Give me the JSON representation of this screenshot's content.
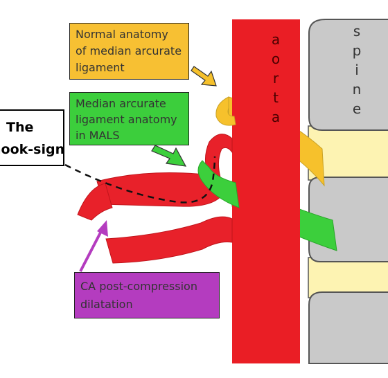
{
  "labels": {
    "normal_anatomy": [
      "Normal anatomy",
      "of median arcurate",
      "ligament"
    ],
    "mals_anatomy": [
      "Median arcurate",
      "ligament anatomy",
      "in MALS"
    ],
    "ca_dilatation": [
      "CA post-compression",
      "dilatation"
    ],
    "hook_sign": [
      "The",
      "hook-sign"
    ]
  },
  "structures": {
    "aorta_letters": [
      "a",
      "o",
      "r",
      "t",
      "a"
    ],
    "spine_letters": [
      "s",
      "p",
      "i",
      "n",
      "e"
    ]
  },
  "colors": {
    "aorta": "#ea1e25",
    "vessel": "#e8212a",
    "normal_ligament": "#f6c12c",
    "mals_ligament": "#3ccf3c",
    "spine_body": "#c9c9c9",
    "spine_disc": "#fdf3b2",
    "ca_arrow": "#b43cbf",
    "hook_dash": "#111111"
  }
}
